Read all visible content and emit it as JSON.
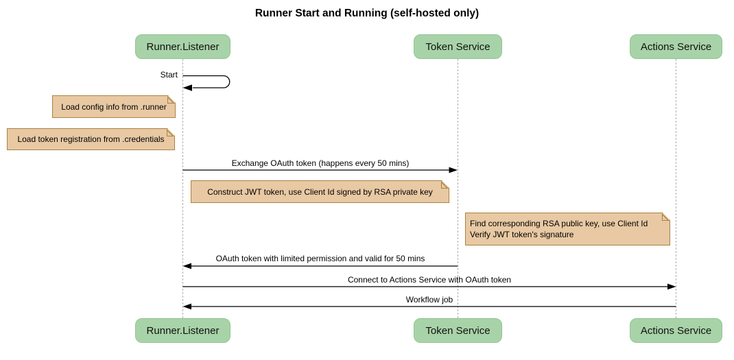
{
  "diagram": {
    "title": "Runner Start and Running (self-hosted only)",
    "participants": [
      {
        "label": "Runner.Listener"
      },
      {
        "label": "Token Service"
      },
      {
        "label": "Actions Service"
      }
    ],
    "messages": [
      {
        "label": "Start",
        "from": "Runner.Listener",
        "to": "Runner.Listener",
        "kind": "self"
      },
      {
        "label": "Exchange OAuth token (happens every 50 mins)",
        "from": "Runner.Listener",
        "to": "Token Service",
        "kind": "solid"
      },
      {
        "label": "OAuth token with limited permission and valid for 50 mins",
        "from": "Token Service",
        "to": "Runner.Listener",
        "kind": "solid"
      },
      {
        "label": "Connect to Actions Service with OAuth token",
        "from": "Runner.Listener",
        "to": "Actions Service",
        "kind": "solid"
      },
      {
        "label": "Workflow job",
        "from": "Actions Service",
        "to": "Runner.Listener",
        "kind": "solid"
      }
    ],
    "notes": [
      {
        "text": "Load config info from .runner",
        "position": "left of Runner.Listener"
      },
      {
        "text": "Load token registration from .credentials",
        "position": "left of Runner.Listener"
      },
      {
        "text": "Construct JWT token, use Client Id signed by RSA private key",
        "position": "between Runner.Listener and Token Service"
      },
      {
        "text": "Find corresponding RSA public key, use Client Id\nVerify JWT token's signature",
        "position": "left of Actions Service"
      }
    ],
    "colors": {
      "participant_fill": "#a8d3a8",
      "note_fill": "#e8c9a3",
      "note_border": "#aa8143",
      "lifeline": "#b0b0b0",
      "arrow": "#000000"
    }
  }
}
